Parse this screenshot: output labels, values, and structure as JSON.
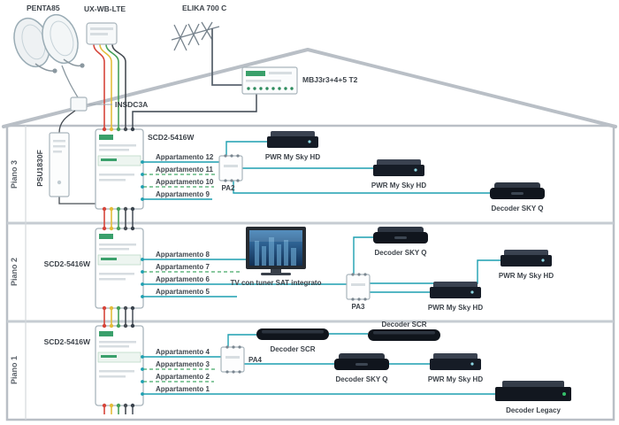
{
  "colors": {
    "signal_line": "#1D9FB0",
    "dashed_line": "#44A968",
    "cable_red": "#D6453A",
    "cable_yellow": "#E3BC3A",
    "cable_green": "#46A05A",
    "cable_dark": "#474D54",
    "house_outline": "#B9BFC6",
    "device_body": "#161C26",
    "brand_green": "#3AA06B"
  },
  "roof": {
    "penta85_label": "PENTA85",
    "lnb_label": "UX-WB-LTE",
    "antenna_label": "ELIKA 700 C",
    "amplifier_label": "MBJ3r3+4+5 T2",
    "splitter_label": "INSDC3A"
  },
  "floor3": {
    "name": "Piano 3",
    "psu_label": "PSU1830F",
    "multiswitch_label": "SCD2-5416W",
    "apartments": [
      "Appartamento 12",
      "Appartamento 11",
      "Appartamento 10",
      "Appartamento 9"
    ],
    "splitter_label": "PA2",
    "device1": "PWR My Sky HD",
    "device2": "PWR My Sky HD",
    "device3": "Decoder SKY Q"
  },
  "floor2": {
    "name": "Piano 2",
    "multiswitch_label": "SCD2-5416W",
    "apartments": [
      "Appartamento 8",
      "Appartamento 7",
      "Appartamento 6",
      "Appartamento 5"
    ],
    "tv_label": "TV con tuner SAT integrato",
    "splitter_label": "PA3",
    "device1": "Decoder SKY Q",
    "device2": "PWR My Sky HD",
    "device3": "PWR My Sky HD"
  },
  "floor1": {
    "name": "Piano 1",
    "multiswitch_label": "SCD2-5416W",
    "apartments": [
      "Appartamento 4",
      "Appartamento 3",
      "Appartamento 2",
      "Appartamento 1"
    ],
    "splitter_label": "PA4",
    "device1": "Decoder SCR",
    "device2": "Decoder SCR",
    "device3": "Decoder SKY Q",
    "device4": "PWR My Sky HD",
    "device5": "Decoder Legacy"
  }
}
